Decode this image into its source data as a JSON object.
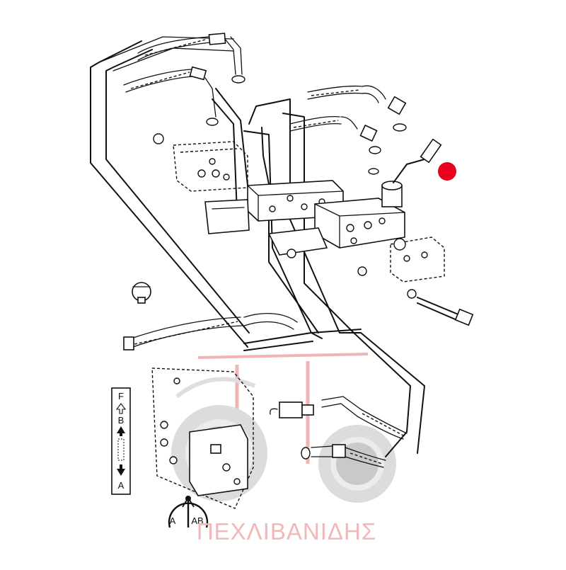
{
  "diagram": {
    "indicator_legend": [
      "F",
      "B",
      "A"
    ],
    "dial_labels": [
      "A",
      "AB"
    ],
    "watermark_text": "ΠΕΧΛΙΒΑΝΙΔΗΣ",
    "callout_color": "#e8001c",
    "watermark_color": "#f2b8b8"
  }
}
